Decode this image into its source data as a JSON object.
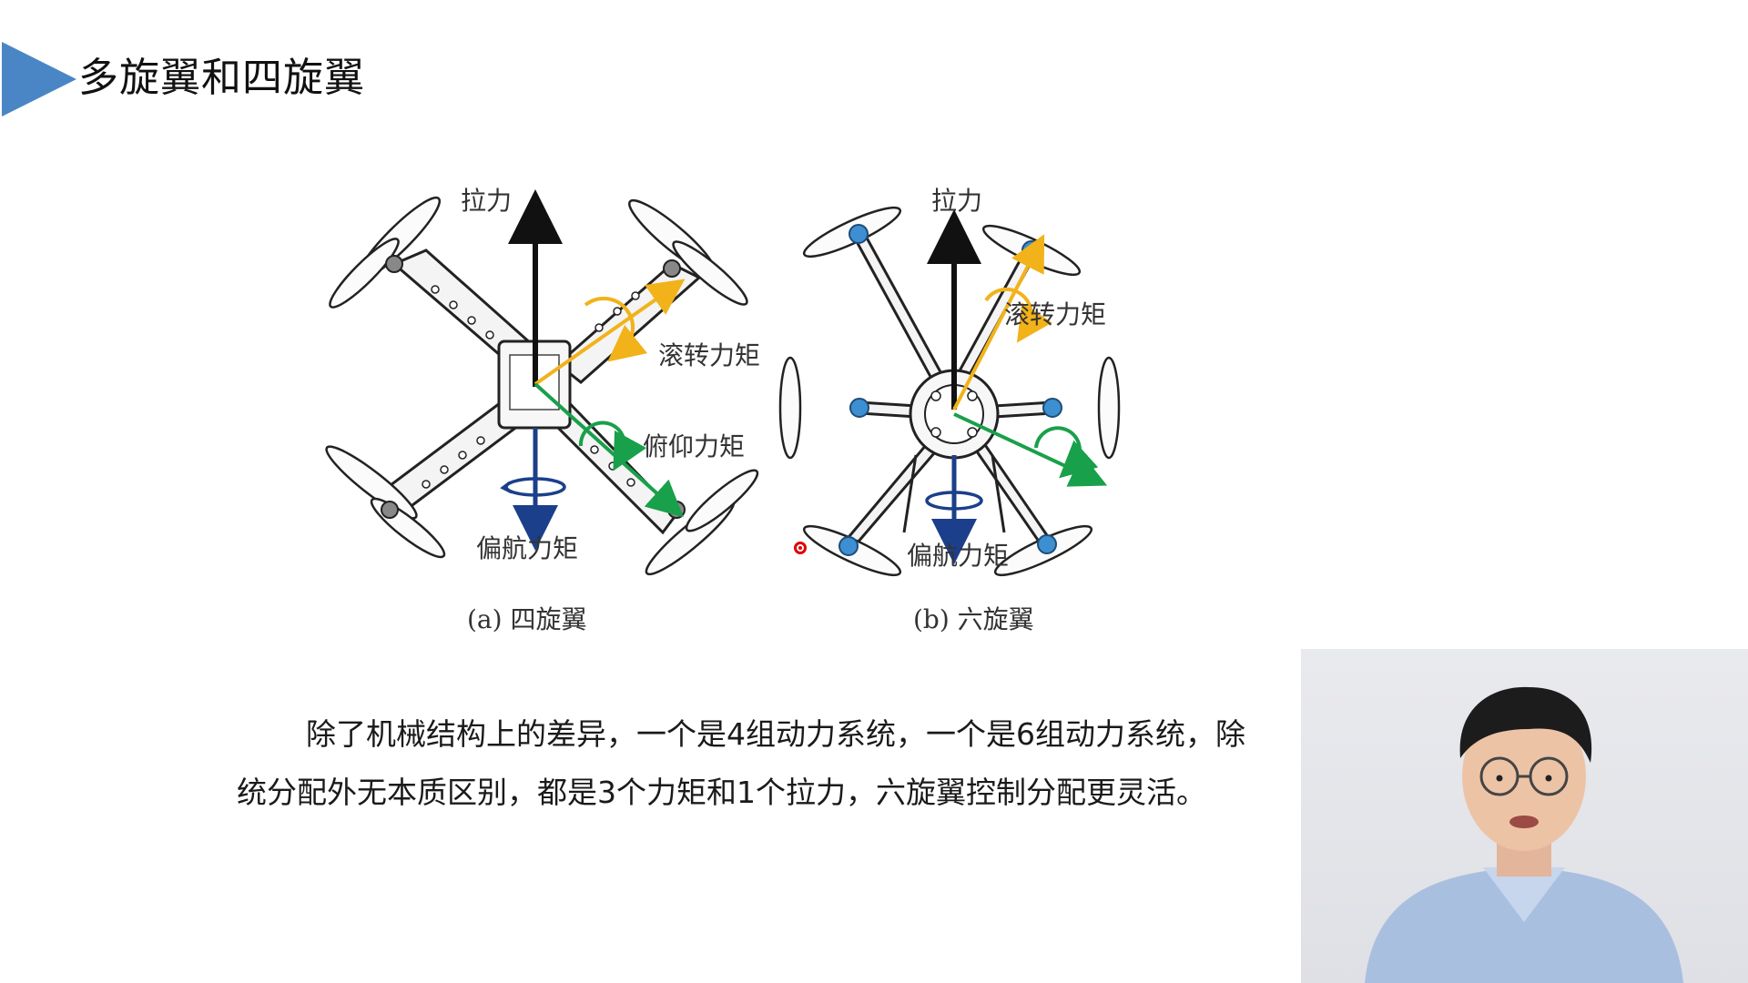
{
  "slide": {
    "title": "多旋翼和四旋翼"
  },
  "figure": {
    "quad": {
      "thrust_label": "拉力",
      "roll_label": "滚转力矩",
      "pitch_label": "俯仰力矩",
      "yaw_label": "偏航力矩",
      "caption": "(a) 四旋翼"
    },
    "hex": {
      "thrust_label": "拉力",
      "roll_label": "滚转力矩",
      "yaw_label": "偏航力矩",
      "caption": "(b) 六旋翼"
    },
    "colors": {
      "thrust": "#111111",
      "roll": "#f2b21a",
      "pitch": "#19a04a",
      "yaw": "#1b3f8a",
      "motor": "#3d8fd1"
    }
  },
  "body": {
    "line1": "除了机械结构上的差异，一个是4组动力系统，一个是6组动力系统，除",
    "line2": "统分配外无本质区别，都是3个力矩和1个拉力，六旋翼控制分配更灵活。"
  },
  "title_icon": "triangle-arrow-icon",
  "pointer_icon": "laser-pointer-icon",
  "webcam": {
    "description_icon": "presenter-avatar-icon"
  }
}
